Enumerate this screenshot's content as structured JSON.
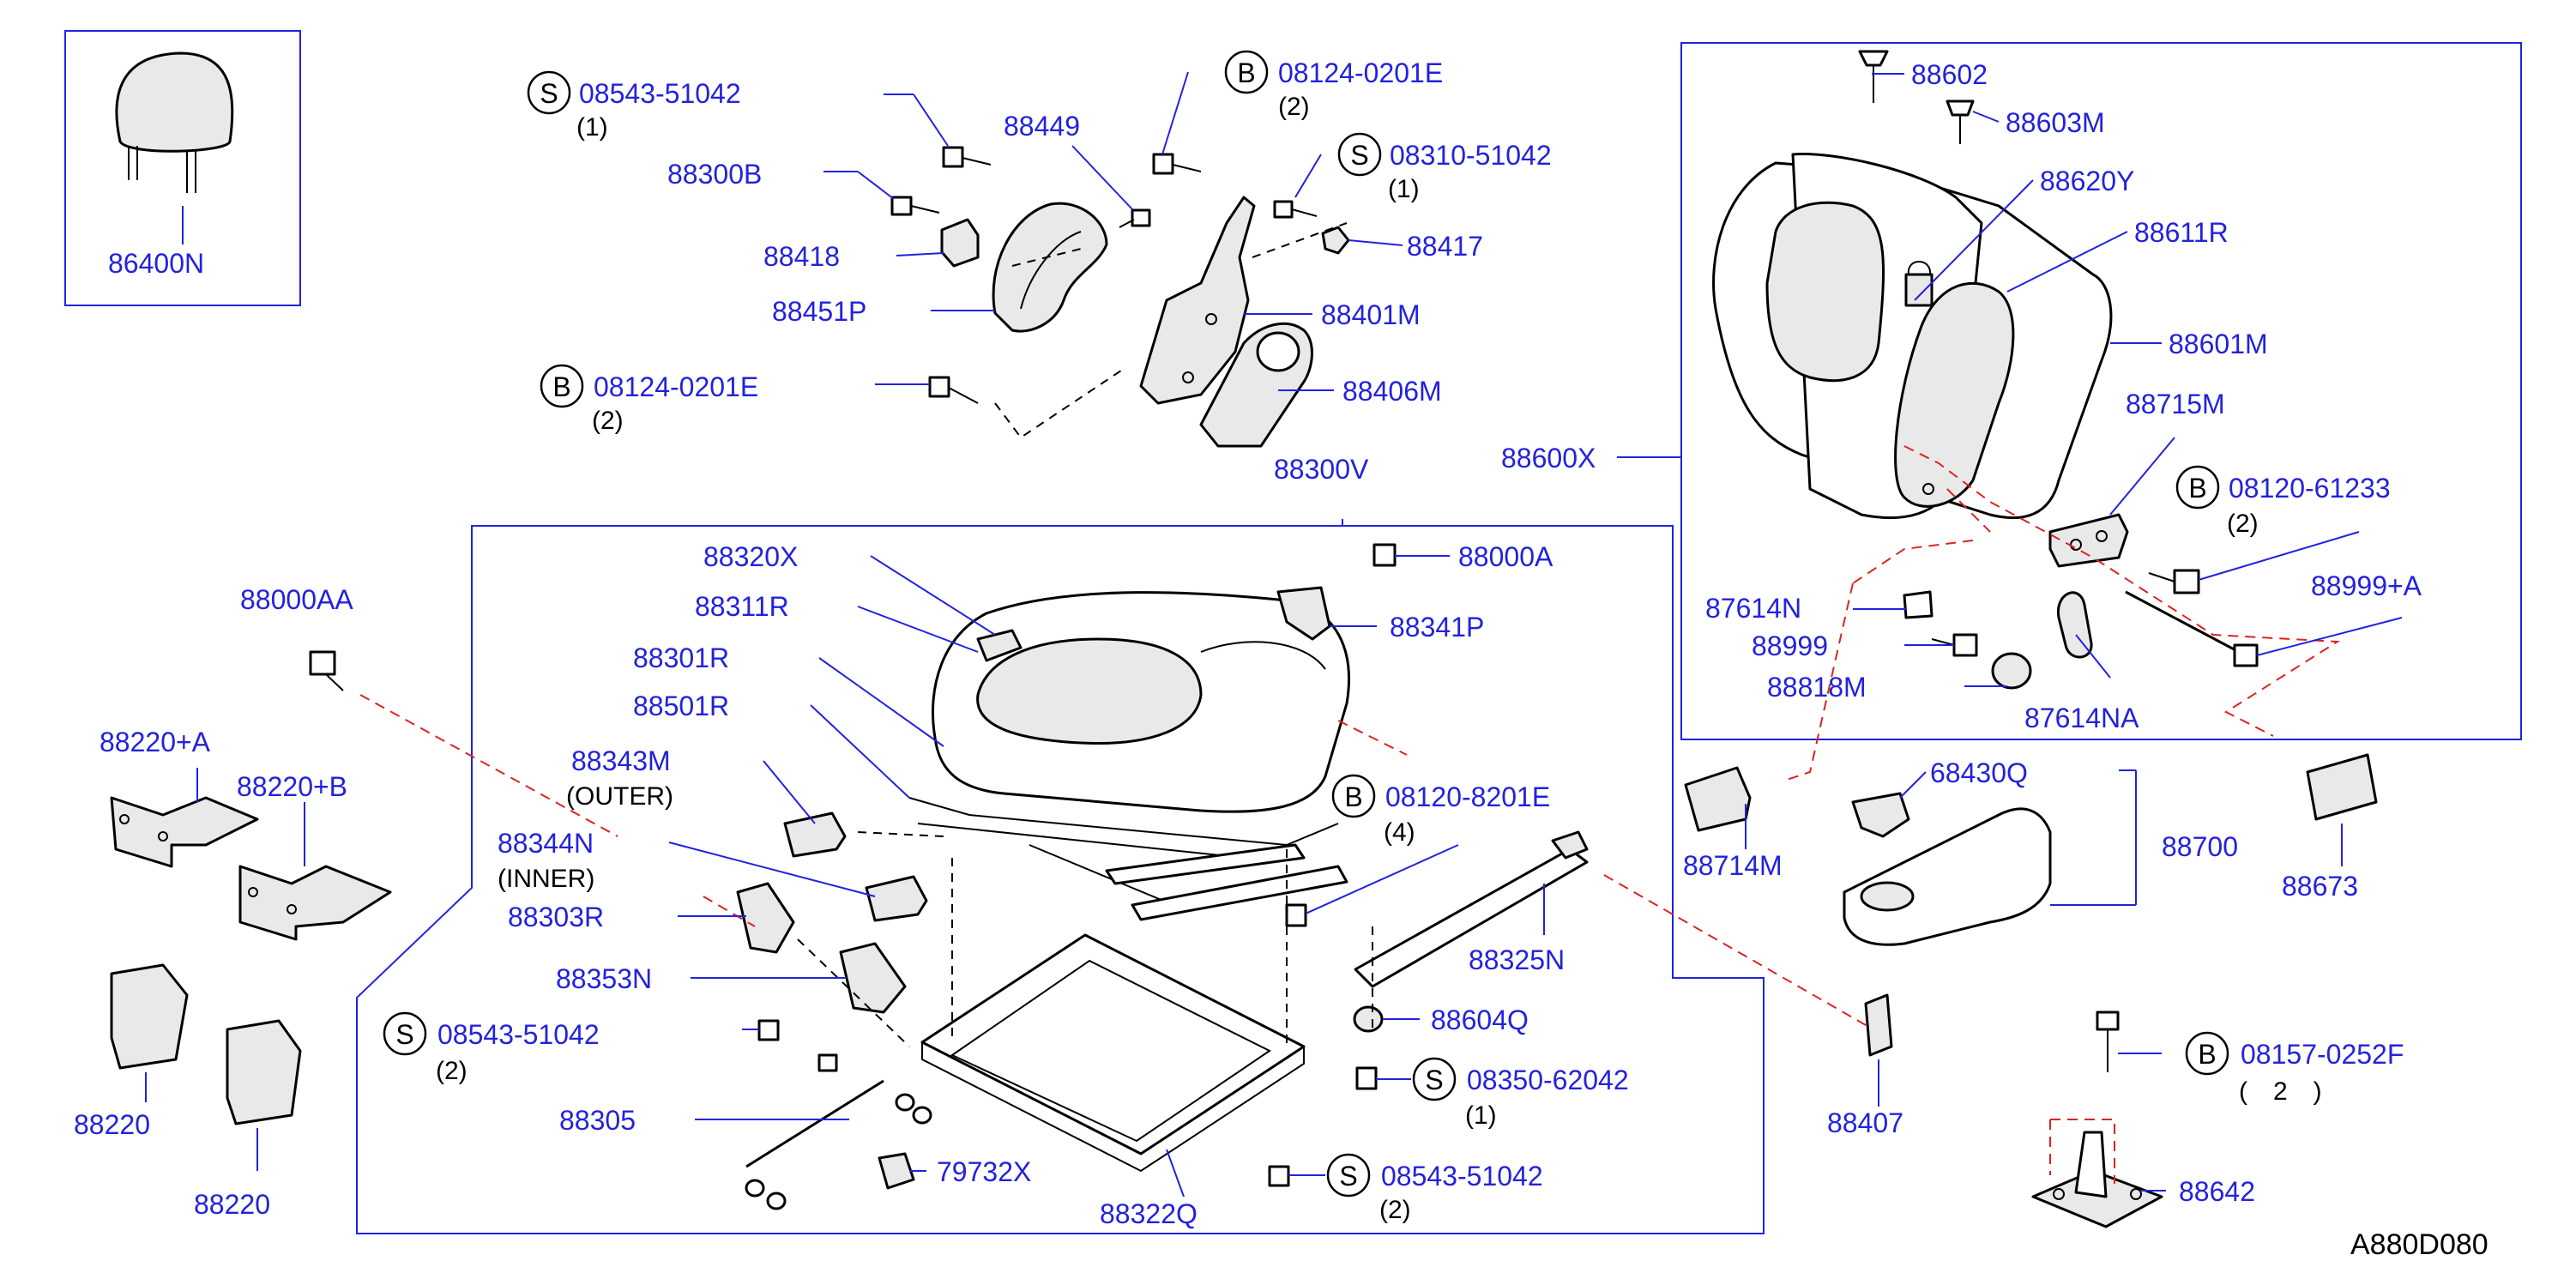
{
  "diagram_id": "A880D080",
  "colors": {
    "label": "#2222dd",
    "frame": "#2222dd",
    "red_dash": "#dd2222",
    "ink": "#000000"
  },
  "labels": {
    "p86400N": "86400N",
    "p08543_51042_a": "08543-51042",
    "q08543_51042_a": "(1)",
    "p88300B": "88300B",
    "p88418": "88418",
    "p88451P": "88451P",
    "p88449": "88449",
    "p08124_0201E_a": "08124-0201E",
    "q08124_0201E_a": "(2)",
    "p08310_51042": "08310-51042",
    "q08310_51042": "(1)",
    "p88417": "88417",
    "p88401M": "88401M",
    "p88406M": "88406M",
    "p08124_0201E_b": "08124-0201E",
    "q08124_0201E_b": "(2)",
    "p88300V": "88300V",
    "p88600X": "88600X",
    "p88602": "88602",
    "p88603M": "88603M",
    "p88620Y": "88620Y",
    "p88611R": "88611R",
    "p88601M": "88601M",
    "p88715M": "88715M",
    "p08120_61233": "08120-61233",
    "q08120_61233": "(2)",
    "p88999A": "88999+A",
    "p87614N": "87614N",
    "p88999": "88999",
    "p88818M": "88818M",
    "p87614NA": "87614NA",
    "p88000AA": "88000AA",
    "p88220A": "88220+A",
    "p88220B": "88220+B",
    "p88220_1": "88220",
    "p88220_2": "88220",
    "p88320X": "88320X",
    "p88311R": "88311R",
    "p88301R": "88301R",
    "p88501R": "88501R",
    "p88343M": "88343M",
    "n88343M": "(OUTER)",
    "p88344N": "88344N",
    "n88344N": "(INNER)",
    "p88303R": "88303R",
    "p88353N": "88353N",
    "p08543_51042_b": "08543-51042",
    "q08543_51042_b": "(2)",
    "p88305": "88305",
    "p79732X": "79732X",
    "p88322Q": "88322Q",
    "p88000A": "88000A",
    "p88341P": "88341P",
    "p08120_8201E": "08120-8201E",
    "q08120_8201E": "(4)",
    "p88325N": "88325N",
    "p88604Q": "88604Q",
    "p08350_62042": "08350-62042",
    "q08350_62042": "(1)",
    "p08543_51042_c": "08543-51042",
    "q08543_51042_c": "(2)",
    "p88714M": "88714M",
    "p68430Q": "68430Q",
    "p88700": "88700",
    "p88673": "88673",
    "p88407": "88407",
    "p08157_0252F": "08157-0252F",
    "q08157_0252F": "(　2　)",
    "p88642": "88642"
  },
  "prefix_letters": {
    "s1": "S",
    "b1": "B",
    "s2": "S",
    "b2": "B",
    "b3": "B",
    "b4": "B",
    "s3": "S",
    "s4": "S",
    "s5": "S",
    "b5": "B"
  }
}
